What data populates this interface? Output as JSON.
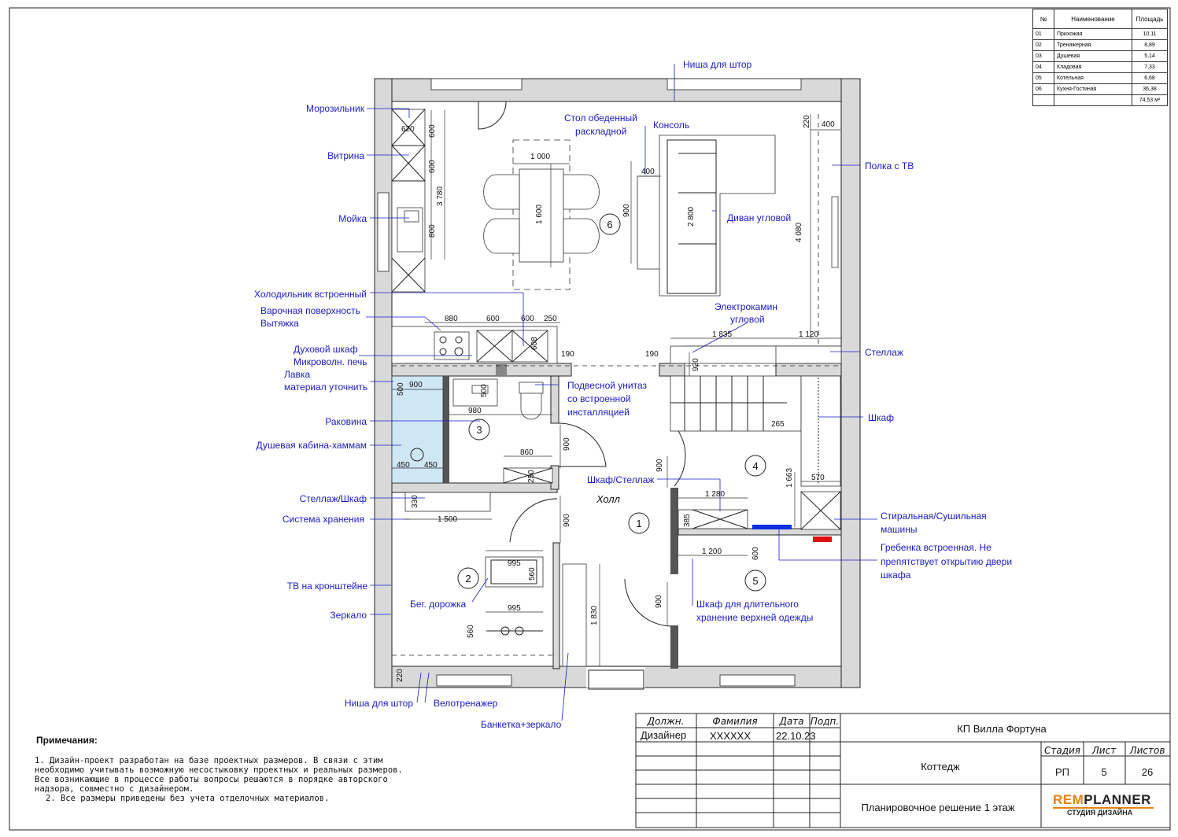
{
  "labels": {
    "freezer": "Морозильник",
    "display_case": "Витрина",
    "sink_kitchen": "Мойка",
    "fridge": "Холодильник встроенный",
    "hob": "Варочная поверхность",
    "hood": "Вытяжка",
    "oven": "Духовой шкаф",
    "microwave": "Микроволн. печь",
    "bench": "Лавка",
    "bench_note": "материал уточнить",
    "washbasin": "Раковина",
    "shower": "Душевая кабина-хаммам",
    "rack_cabinet": "Стеллаж/Шкаф",
    "storage": "Система хранения",
    "tv_bracket": "ТВ на кронштейне",
    "mirror": "Зеркало",
    "curtain_niche_bottom": "Ниша для штор",
    "exercise_bike": "Велотренажер",
    "bench_mirror": "Банкетка+зеркало",
    "curtain_niche_top": "Ниша для штор",
    "dining_table_1": "Стол обеденный",
    "dining_table_2": "раскладной",
    "console": "Консоль",
    "tv_shelf": "Полка с ТВ",
    "corner_sofa": "Диван угловой",
    "fireplace_1": "Электрокамин",
    "fireplace_2": "угловой",
    "shelving": "Стеллаж",
    "wc_1": "Подвесной унитаз",
    "wc_2": "со встроенной",
    "wc_3": "инсталляцией",
    "wardrobe": "Шкаф",
    "cabinet_rack": "Шкаф/Стеллаж",
    "washer_1": "Стиральная/Сушильная",
    "washer_2": "машины",
    "comb_1": "Гребенка встроенная. Не",
    "comb_2": "препятствует открытию двери",
    "comb_3": "шкафа",
    "coat_1": "Шкаф для длительного",
    "coat_2": "хранение верхней одежды",
    "treadmill": "Бег. дорожка",
    "hall": "Холл"
  },
  "rooms": [
    "1",
    "2",
    "3",
    "4",
    "5",
    "6"
  ],
  "dims": {
    "d620": "620",
    "d600a": "600",
    "d600b": "600",
    "d3780": "3 780",
    "d800": "800",
    "d1000": "1 000",
    "d1600": "1 600",
    "d900a": "900",
    "d400a": "400",
    "d2800": "2 800",
    "d220a": "220",
    "d400b": "400",
    "d4080": "4 080",
    "d880": "880",
    "d600c": "600",
    "d600d": "600",
    "d250": "250",
    "d608": "608",
    "d190a": "190",
    "d190b": "190",
    "d1835": "1 835",
    "d1120": "1 120",
    "d920": "920",
    "d900b": "900",
    "d500a": "500",
    "d500b": "500",
    "d980": "980",
    "d900c": "900",
    "d860": "860",
    "d250b": "250",
    "d450a": "450",
    "d450b": "450",
    "d265": "265",
    "d900d": "900",
    "d1663": "1 663",
    "d570": "570",
    "d1280": "1 280",
    "d385": "385",
    "d330": "330",
    "d1500": "1 500",
    "d900e": "900",
    "d1200": "1 200",
    "d600e": "600",
    "d995a": "995",
    "d560a": "560",
    "d995b": "995",
    "d560b": "560",
    "d900f": "900",
    "d1830": "1 830",
    "d220b": "220"
  },
  "area_table": {
    "headers": [
      "№",
      "Наименование",
      "Площадь"
    ],
    "rows": [
      [
        "01",
        "Прихожая",
        "10,11"
      ],
      [
        "02",
        "Тренажерная",
        "8,89"
      ],
      [
        "03",
        "Душевая",
        "5,14"
      ],
      [
        "04",
        "Кладовая",
        "7,33"
      ],
      [
        "05",
        "Котельная",
        "6,68"
      ],
      [
        "06",
        "Кухня-Гостиная",
        "36,38"
      ]
    ],
    "total": "74,53 м²"
  },
  "notes": {
    "title": "Примечания:",
    "items": [
      "1. Дизайн-проект разработан на базе проектных размеров. В связи с этим необходимо учитывать возможную несостыковку проектных и реальных размеров. Все возникающие в процессе работы вопросы решаются в порядке авторского надзора, совместно с дизайнером.",
      "2. Все размеры приведены без учета отделочных материалов."
    ]
  },
  "title_block": {
    "col_position": "Должн.",
    "col_surname": "Фамилия",
    "col_date": "Дата",
    "col_sign": "Подп.",
    "position": "Дизайнер",
    "surname": "ХХХХХХ",
    "date": "22.10.23",
    "project": "КП Вилла Фортуна",
    "object": "Коттедж",
    "sheet_title": "Планировочное решение 1 этаж",
    "stage_label": "Стадия",
    "sheet_label": "Лист",
    "sheets_label": "Листов",
    "stage": "РП",
    "sheet": "5",
    "sheets": "26",
    "logo_rem": "REM",
    "logo_planner": "PLANNER",
    "logo_sub": "СТУДИЯ ДИЗАЙНА"
  },
  "colors": {
    "label_blue": "#1a1acc",
    "shower_fill": "#cfe6f5",
    "comb_blue": "#0a2ee0",
    "comb_red": "#e01010",
    "logo_orange": "#e8820c"
  }
}
